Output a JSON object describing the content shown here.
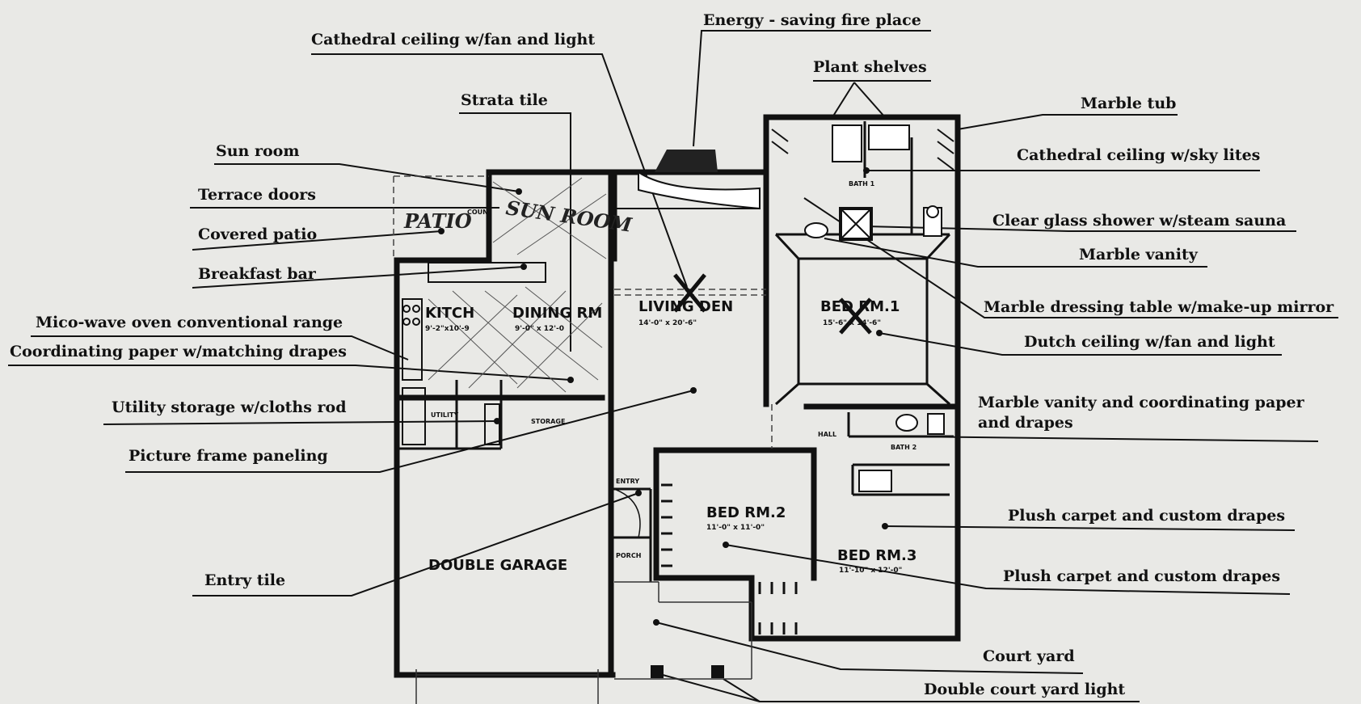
{
  "callouts": {
    "energy_fireplace": "Energy - saving fire place",
    "cathedral_fan": "Cathedral ceiling w/fan and light",
    "plant_shelves": "Plant shelves",
    "strata_tile": "Strata tile",
    "marble_tub": "Marble tub",
    "sun_room": "Sun room",
    "cathedral_sky": "Cathedral ceiling w/sky lites",
    "terrace_doors": "Terrace doors",
    "clear_glass": "Clear glass shower w/steam sauna",
    "covered_patio": "Covered patio",
    "marble_vanity": "Marble vanity",
    "breakfast_bar": "Breakfast bar",
    "marble_dressing": "Marble dressing table w/make-up mirror",
    "microwave": "Mico-wave oven conventional range",
    "dutch_ceiling": "Dutch ceiling w/fan and light",
    "coordinating_paper": "Coordinating paper w/matching drapes",
    "marble_vanity_coord_1": "Marble vanity and coordinating paper",
    "marble_vanity_coord_2": "and drapes",
    "utility_storage": "Utility storage w/cloths rod",
    "picture_frame": "Picture frame paneling",
    "plush_1": "Plush carpet and custom drapes",
    "plush_2": "Plush carpet and custom drapes",
    "entry_tile": "Entry tile",
    "court_yard": "Court yard",
    "double_court_light": "Double court yard light"
  },
  "rooms": {
    "patio": "PATIO",
    "sun_room_hand": "SUN ROOM",
    "kitch": "KITCH",
    "kitch_dim": "9'-2\"x10'-9",
    "dining": "DINING RM",
    "dining_dim": "9'-0\" x 12'-0",
    "living": "LIVING DEN",
    "living_dim": "14'-0\" x 20'-6\"",
    "bed1": "BED RM.1",
    "bed1_dim": "15'-6\" x 14'-6\"",
    "bath1": "BATH 1",
    "utility": "UTILITY",
    "storage": "STORAGE",
    "hall": "HALL",
    "bath2": "BATH 2",
    "entry": "ENTRY",
    "porch": "PORCH",
    "bed2": "BED RM.2",
    "bed2_dim": "11'-0\" x 11'-0\"",
    "bed3": "BED RM.3",
    "bed3_dim": "11'-10\" x 12'-0\"",
    "garage": "DOUBLE GARAGE",
    "coun": "COUN"
  }
}
